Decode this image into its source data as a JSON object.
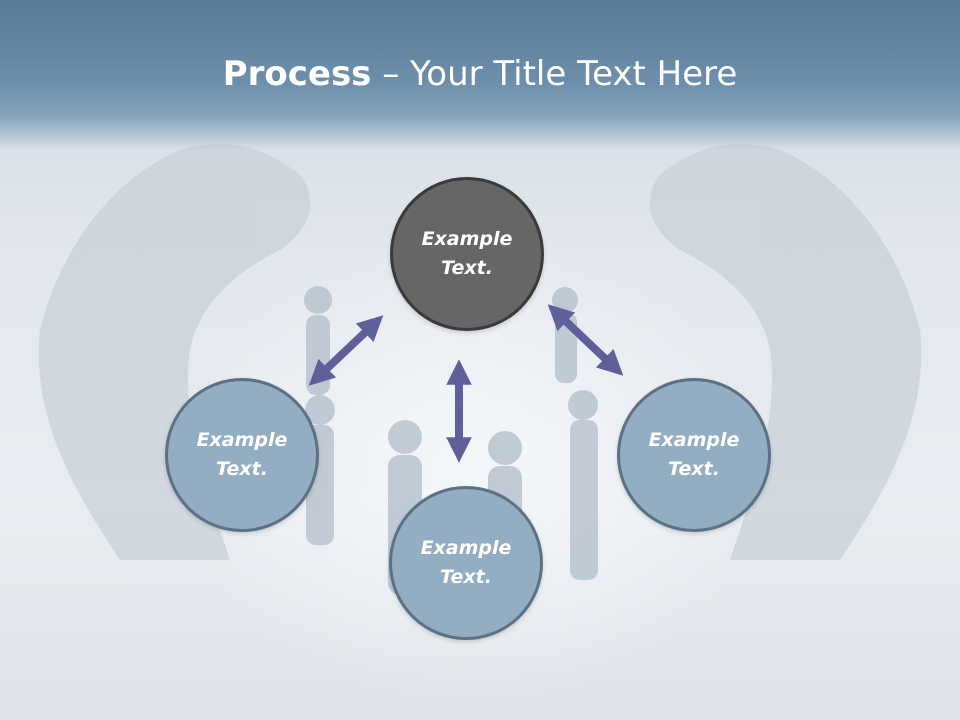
{
  "slide": {
    "title_bold": "Process",
    "title_rest": " – Your Title Text Here"
  },
  "nodes": {
    "top": "Example\nText.",
    "left": "Example\nText.",
    "right": "Example\nText.",
    "bottom": "Example\nText."
  },
  "colors": {
    "title_band": "#6d8fab",
    "top_node": "#666666",
    "other_nodes": "#93adc3",
    "arrows": "#5f5f9a"
  }
}
